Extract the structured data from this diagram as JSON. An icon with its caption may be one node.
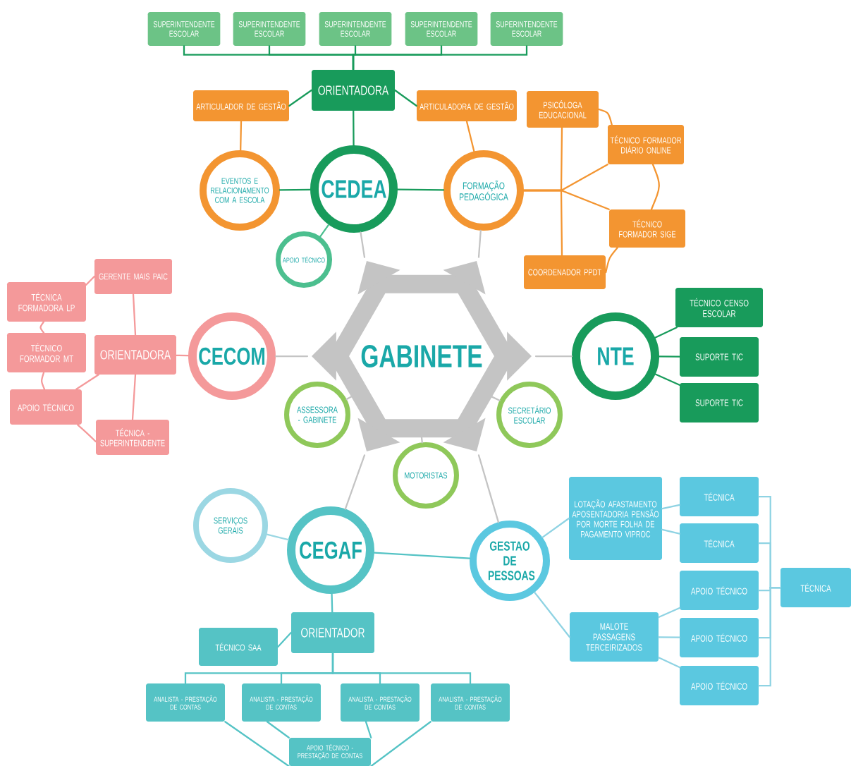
{
  "diagram": {
    "nodes": [
      {
        "text": [
          "GABINETE"
        ]
      },
      {
        "text": [
          "CEDEA"
        ]
      },
      {
        "text": [
          "ORIENTADORA"
        ]
      },
      {
        "text": [
          "SUPERINTENDENTE ESCOLAR"
        ]
      },
      {
        "text": [
          "SUPERINTENDENTE ESCOLAR"
        ]
      },
      {
        "text": [
          "SUPERINTENDENTE ESCOLAR"
        ]
      },
      {
        "text": [
          "SUPERINTENDENTE ESCOLAR"
        ]
      },
      {
        "text": [
          "SUPERINTENDENTE ESCOLAR"
        ]
      },
      {
        "text": [
          "ARTICULADOR DE GESTÃO"
        ]
      },
      {
        "text": [
          "ARTICULADORA DE GESTÃO"
        ]
      },
      {
        "text": [
          "EVENTOS E RELACIONAMENTO COM A ESCOLA"
        ]
      },
      {
        "text": [
          "FORMAÇÃO PEDAGÓGICA"
        ]
      },
      {
        "text": [
          "APOIO TÉCNICO"
        ]
      },
      {
        "text": [
          "PSICÓLOGA EDUCACIONAL"
        ]
      },
      {
        "text": [
          "TÉCNICO FORMADOR DIÁRIO ONLINE"
        ]
      },
      {
        "text": [
          "TÉCNICO FORMADOR SIGE"
        ]
      },
      {
        "text": [
          "COORDENADOR PPDT"
        ]
      },
      {
        "text": [
          "CECOM"
        ]
      },
      {
        "text": [
          "ORIENTADORA"
        ]
      },
      {
        "text": [
          "GERENTE MAIS PAIC"
        ]
      },
      {
        "text": [
          "TÉCNICA FORMADORA LP"
        ]
      },
      {
        "text": [
          "TÉCNICO FORMADOR MT"
        ]
      },
      {
        "text": [
          "APOIO TÉCNICO"
        ]
      },
      {
        "text": [
          "TÉCNICA - SUPERINTENDENTE"
        ]
      },
      {
        "text": [
          "ASSESSORA - GABINETE"
        ]
      },
      {
        "text": [
          "SECRETÁRIO ESCOLAR"
        ]
      },
      {
        "text": [
          "MOTORISTAS"
        ]
      },
      {
        "text": [
          "NTE"
        ]
      },
      {
        "text": [
          "TÉCNICO CENSO ESCOLAR"
        ]
      },
      {
        "text": [
          "SUPORTE TIC"
        ]
      },
      {
        "text": [
          "SUPORTE TIC"
        ]
      },
      {
        "text": [
          "CEGAF"
        ]
      },
      {
        "text": [
          "SERVIÇOS GERAIS"
        ]
      },
      {
        "text": [
          "GESTAO DE PESSOAS"
        ]
      },
      {
        "text": [
          "LOTAÇÃO AFASTAMENTO APOSENTADORIA PENSÃO POR MORTE FOLHA DE PAGAMENTO VIPROC"
        ]
      },
      {
        "text": [
          "MALOTE PASSAGENS TERCEIRIZADOS"
        ]
      },
      {
        "text": [
          "TÉCNICA"
        ]
      },
      {
        "text": [
          "TÉCNICA"
        ]
      },
      {
        "text": [
          "APOIO TÉCNICO"
        ]
      },
      {
        "text": [
          "APOIO TÉCNICO"
        ]
      },
      {
        "text": [
          "APOIO TÉCNICO"
        ]
      },
      {
        "text": [
          "TÉCNICA"
        ]
      },
      {
        "text": [
          "ORIENTADOR"
        ]
      },
      {
        "text": [
          "TÉCNICO SAA"
        ]
      },
      {
        "text": [
          "ANALISTA - PRESTAÇÃO DE CONTAS"
        ]
      },
      {
        "text": [
          "ANALISTA - PRESTAÇÃO DE CONTAS"
        ]
      },
      {
        "text": [
          "ANALISTA - PRESTAÇÃO DE CONTAS"
        ]
      },
      {
        "text": [
          "ANALISTA - PRESTAÇÃO DE CONTAS"
        ]
      },
      {
        "text": [
          "APOIO TÉCNICO - PRESTAÇÃO DE CONTAS"
        ]
      }
    ],
    "edges": [
      {
        "from": 0,
        "to": 1,
        "arrow": "none",
        "color": "#c4c4c4"
      },
      {
        "from": 0,
        "to": 11,
        "arrow": "none",
        "color": "#c4c4c4"
      },
      {
        "from": 0,
        "to": 17,
        "arrow": "none",
        "color": "#c4c4c4"
      },
      {
        "from": 0,
        "to": 27,
        "arrow": "none",
        "color": "#c4c4c4"
      },
      {
        "from": 0,
        "to": 31,
        "arrow": "none",
        "color": "#c4c4c4"
      },
      {
        "from": 0,
        "to": 33,
        "arrow": "none",
        "color": "#c4c4c4"
      },
      {
        "from": 0,
        "to": 24,
        "arrow": "none",
        "color": "#c4c4c4"
      },
      {
        "from": 0,
        "to": 25,
        "arrow": "none",
        "color": "#c4c4c4"
      },
      {
        "from": 0,
        "to": 26,
        "arrow": "none",
        "color": "#c4c4c4"
      },
      {
        "from": 1,
        "to": 2,
        "arrow": "none",
        "color": "#189b5b"
      },
      {
        "from": 2,
        "to": 3,
        "arrow": "none",
        "color": "#189b5b"
      },
      {
        "from": 2,
        "to": 4,
        "arrow": "none",
        "color": "#189b5b"
      },
      {
        "from": 2,
        "to": 5,
        "arrow": "none",
        "color": "#189b5b"
      },
      {
        "from": 2,
        "to": 6,
        "arrow": "none",
        "color": "#189b5b"
      },
      {
        "from": 2,
        "to": 7,
        "arrow": "none",
        "color": "#189b5b"
      },
      {
        "from": 2,
        "to": 8,
        "arrow": "none",
        "color": "#189b5b"
      },
      {
        "from": 2,
        "to": 9,
        "arrow": "none",
        "color": "#189b5b"
      },
      {
        "from": 8,
        "to": 10,
        "arrow": "none",
        "color": "#f39531"
      },
      {
        "from": 9,
        "to": 11,
        "arrow": "none",
        "color": "#f39531"
      },
      {
        "from": 1,
        "to": 10,
        "arrow": "none",
        "color": "#189b5b"
      },
      {
        "from": 1,
        "to": 11,
        "arrow": "none",
        "color": "#189b5b"
      },
      {
        "from": 1,
        "to": 12,
        "arrow": "none",
        "color": "#4cbf8f"
      },
      {
        "from": 11,
        "to": 13,
        "arrow": "none",
        "color": "#f39531"
      },
      {
        "from": 11,
        "to": 14,
        "arrow": "none",
        "color": "#f39531"
      },
      {
        "from": 11,
        "to": 15,
        "arrow": "none",
        "color": "#f39531"
      },
      {
        "from": 11,
        "to": 16,
        "arrow": "none",
        "color": "#f39531"
      },
      {
        "from": 13,
        "to": 14,
        "arrow": "none",
        "color": "#f39531"
      },
      {
        "from": 14,
        "to": 15,
        "arrow": "none",
        "color": "#f39531"
      },
      {
        "from": 15,
        "to": 16,
        "arrow": "none",
        "color": "#f39531"
      },
      {
        "from": 17,
        "to": 18,
        "arrow": "none",
        "color": "#f4999a"
      },
      {
        "from": 18,
        "to": 19,
        "arrow": "none",
        "color": "#f4999a"
      },
      {
        "from": 18,
        "to": 22,
        "arrow": "none",
        "color": "#f4999a"
      },
      {
        "from": 18,
        "to": 23,
        "arrow": "none",
        "color": "#f4999a"
      },
      {
        "from": 19,
        "to": 20,
        "arrow": "none",
        "color": "#f4999a"
      },
      {
        "from": 20,
        "to": 21,
        "arrow": "none",
        "color": "#f4999a"
      },
      {
        "from": 21,
        "to": 22,
        "arrow": "none",
        "color": "#f4999a"
      },
      {
        "from": 22,
        "to": 23,
        "arrow": "none",
        "color": "#f4999a"
      },
      {
        "from": 27,
        "to": 28,
        "arrow": "none",
        "color": "#189b5b"
      },
      {
        "from": 27,
        "to": 29,
        "arrow": "none",
        "color": "#189b5b"
      },
      {
        "from": 27,
        "to": 30,
        "arrow": "none",
        "color": "#189b5b"
      },
      {
        "from": 31,
        "to": 32,
        "arrow": "none",
        "color": "#9bd7e3"
      },
      {
        "from": 31,
        "to": 33,
        "arrow": "none",
        "color": "#55c3c5"
      },
      {
        "from": 31,
        "to": 42,
        "arrow": "none",
        "color": "#55c3c5"
      },
      {
        "from": 33,
        "to": 34,
        "arrow": "none",
        "color": "#8fd3e3"
      },
      {
        "from": 33,
        "to": 35,
        "arrow": "none",
        "color": "#8fd3e3"
      },
      {
        "from": 34,
        "to": 36,
        "arrow": "none",
        "color": "#8fd3e3"
      },
      {
        "from": 34,
        "to": 37,
        "arrow": "none",
        "color": "#8fd3e3"
      },
      {
        "from": 35,
        "to": 38,
        "arrow": "none",
        "color": "#8fd3e3"
      },
      {
        "from": 35,
        "to": 39,
        "arrow": "none",
        "color": "#8fd3e3"
      },
      {
        "from": 35,
        "to": 40,
        "arrow": "none",
        "color": "#8fd3e3"
      },
      {
        "from": 36,
        "to": 41,
        "arrow": "none",
        "color": "#8fd3e3"
      },
      {
        "from": 37,
        "to": 41,
        "arrow": "none",
        "color": "#8fd3e3"
      },
      {
        "from": 38,
        "to": 41,
        "arrow": "none",
        "color": "#8fd3e3"
      },
      {
        "from": 39,
        "to": 41,
        "arrow": "none",
        "color": "#8fd3e3"
      },
      {
        "from": 40,
        "to": 41,
        "arrow": "none",
        "color": "#8fd3e3"
      },
      {
        "from": 42,
        "to": 43,
        "arrow": "none",
        "color": "#55c3c5"
      },
      {
        "from": 42,
        "to": 44,
        "arrow": "none",
        "color": "#55c3c5"
      },
      {
        "from": 42,
        "to": 45,
        "arrow": "none",
        "color": "#55c3c5"
      },
      {
        "from": 42,
        "to": 46,
        "arrow": "none",
        "color": "#55c3c5"
      },
      {
        "from": 42,
        "to": 47,
        "arrow": "none",
        "color": "#55c3c5"
      },
      {
        "from": 44,
        "to": 48,
        "arrow": "none",
        "color": "#55c3c5"
      },
      {
        "from": 45,
        "to": 48,
        "arrow": "none",
        "color": "#55c3c5"
      },
      {
        "from": 46,
        "to": 48,
        "arrow": "none",
        "color": "#55c3c5"
      },
      {
        "from": 47,
        "to": 48,
        "arrow": "none",
        "color": "#55c3c5"
      }
    ]
  }
}
